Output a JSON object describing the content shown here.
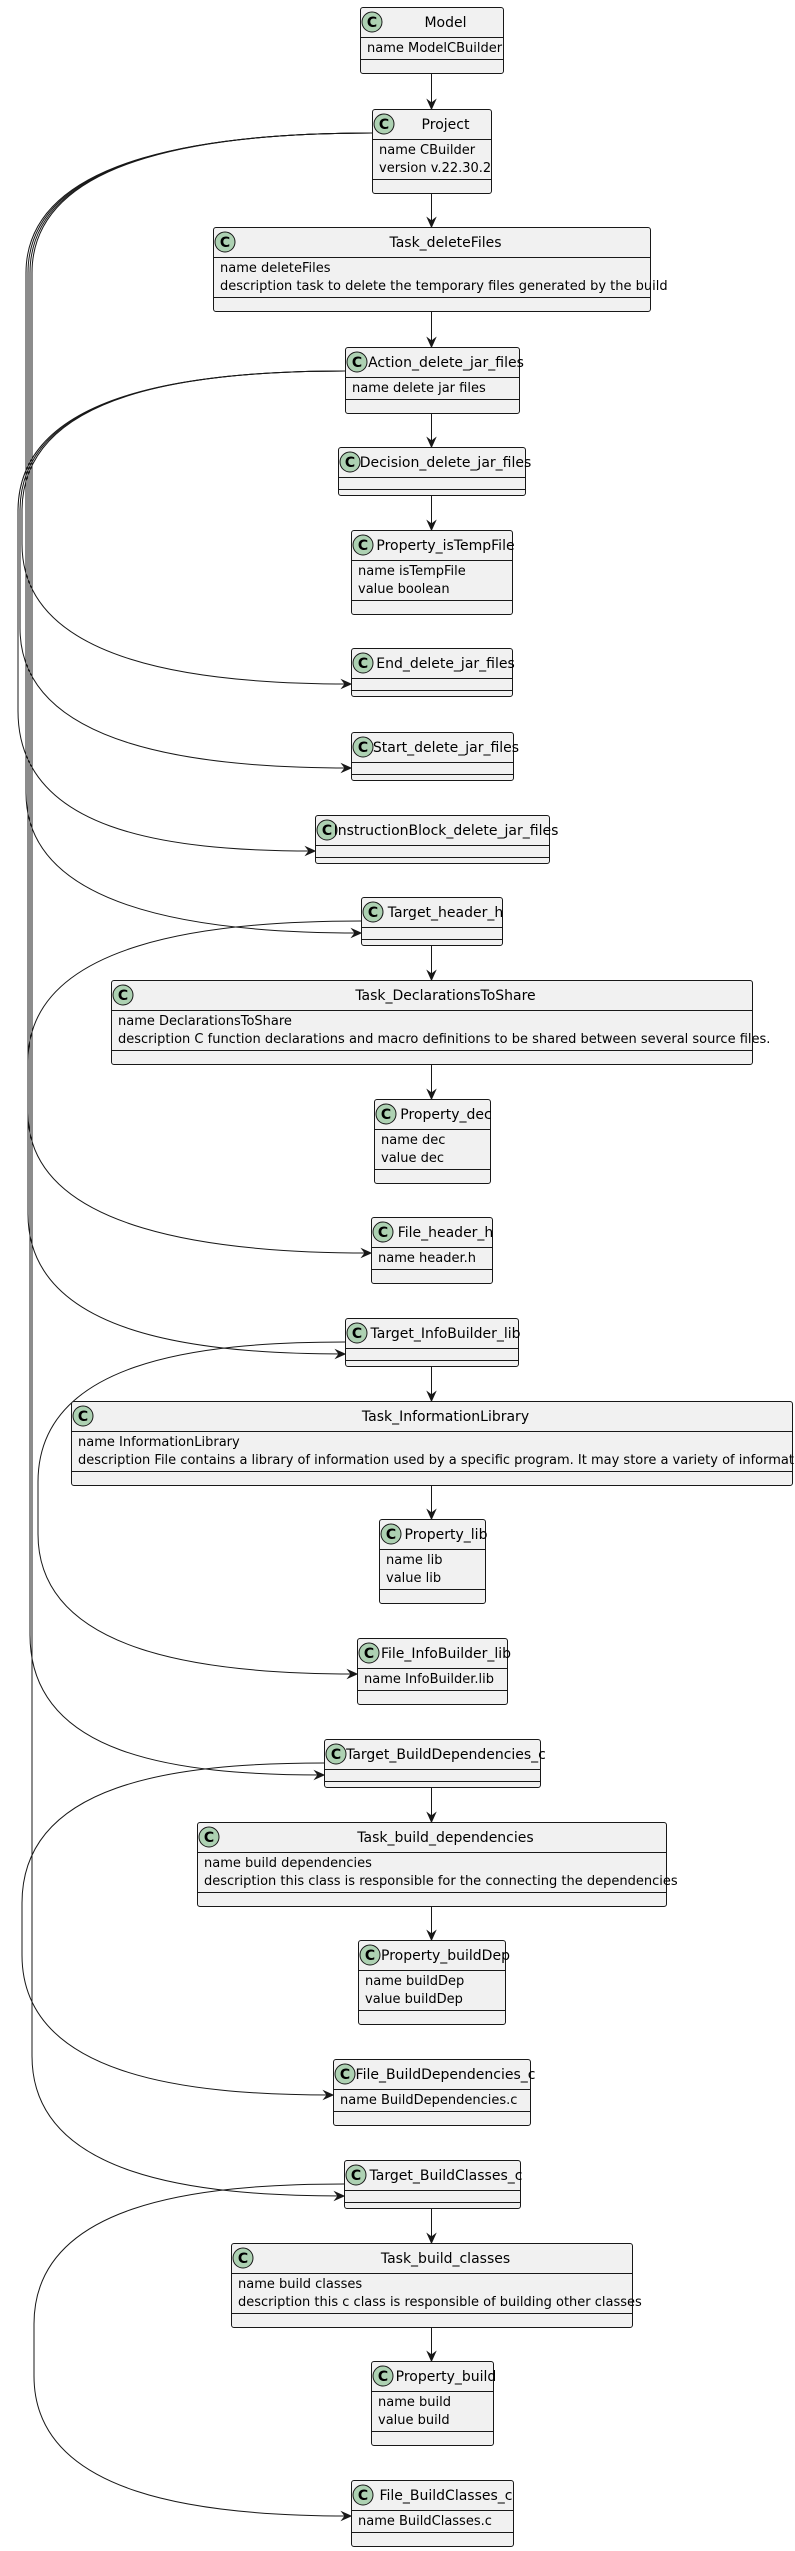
{
  "diagram": {
    "type": "uml-class-diagram",
    "stereotype_glyph": "C",
    "colors": {
      "class_fill": "#f1f1f1",
      "border": "#181818",
      "circle_fill": "#add1b2"
    },
    "classes": [
      {
        "id": "Model",
        "name": "Model",
        "attributes": [
          "name ModelCBuilder"
        ]
      },
      {
        "id": "Project",
        "name": "Project",
        "attributes": [
          "name CBuilder",
          "version v.22.30.2"
        ]
      },
      {
        "id": "Task_deleteFiles",
        "name": "Task_deleteFiles",
        "attributes": [
          "name deleteFiles",
          "description task to delete the temporary files generated by the build"
        ]
      },
      {
        "id": "Action_delete_jar_files",
        "name": "Action_delete_jar_files",
        "attributes": [
          "name delete jar files"
        ]
      },
      {
        "id": "Decision_delete_jar_files",
        "name": "Decision_delete_jar_files",
        "attributes": []
      },
      {
        "id": "Property_isTempFile",
        "name": "Property_isTempFile",
        "attributes": [
          "name isTempFile",
          "value boolean"
        ]
      },
      {
        "id": "End_delete_jar_files",
        "name": "End_delete_jar_files",
        "attributes": []
      },
      {
        "id": "Start_delete_jar_files",
        "name": "Start_delete_jar_files",
        "attributes": []
      },
      {
        "id": "InstructionBlock_delete_jar_files",
        "name": "InstructionBlock_delete_jar_files",
        "attributes": []
      },
      {
        "id": "Target_header_h",
        "name": "Target_header_h",
        "attributes": []
      },
      {
        "id": "Task_DeclarationsToShare",
        "name": "Task_DeclarationsToShare",
        "attributes": [
          "name DeclarationsToShare",
          "description C function declarations and macro definitions to be shared between several source files."
        ]
      },
      {
        "id": "Property_dec",
        "name": "Property_dec",
        "attributes": [
          "name dec",
          "value dec"
        ]
      },
      {
        "id": "File_header_h",
        "name": "File_header_h",
        "attributes": [
          "name header.h"
        ]
      },
      {
        "id": "Target_InfoBuilder_lib",
        "name": "Target_InfoBuilder_lib",
        "attributes": []
      },
      {
        "id": "Task_InformationLibrary",
        "name": "Task_InformationLibrary",
        "attributes": [
          "name InformationLibrary",
          "description File contains a library of information used by a specific program. It may store a variety of information."
        ]
      },
      {
        "id": "Property_lib",
        "name": "Property_lib",
        "attributes": [
          "name lib",
          "value lib"
        ]
      },
      {
        "id": "File_InfoBuilder_lib",
        "name": "File_InfoBuilder_lib",
        "attributes": [
          "name InfoBuilder.lib"
        ]
      },
      {
        "id": "Target_BuildDependencies_c",
        "name": "Target_BuildDependencies_c",
        "attributes": []
      },
      {
        "id": "Task_build_dependencies",
        "name": "Task_build_dependencies",
        "attributes": [
          "name build dependencies",
          "description this class is responsible for the connecting the dependencies"
        ]
      },
      {
        "id": "Property_buildDep",
        "name": "Property_buildDep",
        "attributes": [
          "name buildDep",
          "value buildDep"
        ]
      },
      {
        "id": "File_BuildDependencies_c",
        "name": "File_BuildDependencies_c",
        "attributes": [
          "name BuildDependencies.c"
        ]
      },
      {
        "id": "Target_BuildClasses_c",
        "name": "Target_BuildClasses_c",
        "attributes": []
      },
      {
        "id": "Task_build_classes",
        "name": "Task_build_classes",
        "attributes": [
          "name build classes",
          "description this c class is responsible of building other classes"
        ]
      },
      {
        "id": "Property_build",
        "name": "Property_build",
        "attributes": [
          "name build",
          "value build"
        ]
      },
      {
        "id": "File_BuildClasses_c",
        "name": "File_BuildClasses_c",
        "attributes": [
          "name BuildClasses.c"
        ]
      }
    ],
    "edges": [
      {
        "from": "Model",
        "to": "Project"
      },
      {
        "from": "Project",
        "to": "Task_deleteFiles"
      },
      {
        "from": "Task_deleteFiles",
        "to": "Action_delete_jar_files"
      },
      {
        "from": "Action_delete_jar_files",
        "to": "Decision_delete_jar_files"
      },
      {
        "from": "Decision_delete_jar_files",
        "to": "Property_isTempFile"
      },
      {
        "from": "Action_delete_jar_files",
        "to": "End_delete_jar_files"
      },
      {
        "from": "Action_delete_jar_files",
        "to": "Start_delete_jar_files"
      },
      {
        "from": "Action_delete_jar_files",
        "to": "InstructionBlock_delete_jar_files"
      },
      {
        "from": "Project",
        "to": "Target_header_h"
      },
      {
        "from": "Target_header_h",
        "to": "Task_DeclarationsToShare"
      },
      {
        "from": "Task_DeclarationsToShare",
        "to": "Property_dec"
      },
      {
        "from": "Target_header_h",
        "to": "File_header_h"
      },
      {
        "from": "Project",
        "to": "Target_InfoBuilder_lib"
      },
      {
        "from": "Target_InfoBuilder_lib",
        "to": "Task_InformationLibrary"
      },
      {
        "from": "Task_InformationLibrary",
        "to": "Property_lib"
      },
      {
        "from": "Target_InfoBuilder_lib",
        "to": "File_InfoBuilder_lib"
      },
      {
        "from": "Project",
        "to": "Target_BuildDependencies_c"
      },
      {
        "from": "Target_BuildDependencies_c",
        "to": "Task_build_dependencies"
      },
      {
        "from": "Task_build_dependencies",
        "to": "Property_buildDep"
      },
      {
        "from": "Target_BuildDependencies_c",
        "to": "File_BuildDependencies_c"
      },
      {
        "from": "Project",
        "to": "Target_BuildClasses_c"
      },
      {
        "from": "Target_BuildClasses_c",
        "to": "Task_build_classes"
      },
      {
        "from": "Task_build_classes",
        "to": "Property_build"
      },
      {
        "from": "Target_BuildClasses_c",
        "to": "File_BuildClasses_c"
      }
    ]
  }
}
